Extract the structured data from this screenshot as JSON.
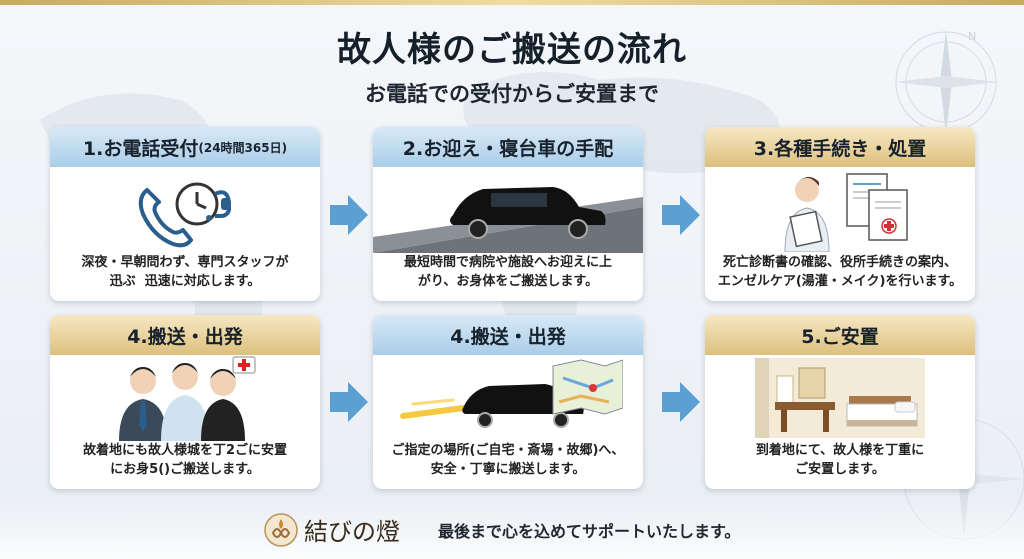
{
  "title": "故人様のご搬送の流れ",
  "subtitle": "お電話での受付からご安置まで",
  "steps": [
    {
      "title": "1.お電話受付",
      "title_note": "(24時間365日)",
      "desc1": "深夜・早朝問わず、専門スタッフが",
      "desc2": "迅速に対応します。",
      "desc2_prefix": "迅ぶ",
      "icon": "phone-clock-icon"
    },
    {
      "title": "2.お迎え・寝台車の手配",
      "desc1": "最短時間で病院や施設へお迎えに上",
      "desc2": "がり、お身体をご搬送します。",
      "icon": "hearse-car-icon"
    },
    {
      "title": "3.各種手続き・処置",
      "desc1": "死亡診断書の確認、役所手続きの案内、",
      "desc2": "エンゼルケア(湯灌・メイク)を行います。",
      "icon": "nurse-documents-icon"
    },
    {
      "title": "4.搬送・出発",
      "desc1": "故着地にも故人様城を丁2ごに安置",
      "desc2": "にお身5()ご搬送します。",
      "icon": "staff-group-icon"
    },
    {
      "title": "4.搬送・出発",
      "desc1": "ご指定の場所(ご自宅・斎場・故郷)へ、",
      "desc2": "安全・丁寧に搬送します。",
      "icon": "hearse-map-icon"
    },
    {
      "title": "5.ご安置",
      "desc1": "到着地にて、故人様を丁重に",
      "desc2": "ご安置します。",
      "icon": "resting-room-icon"
    }
  ],
  "brand": {
    "name": "結びの燈",
    "tagline": "最後まで心を込めてサポートいたします。"
  },
  "colors": {
    "blue_header": "#aacde8",
    "gold_header": "#dcc07e",
    "arrow": "#5b9fd3"
  }
}
